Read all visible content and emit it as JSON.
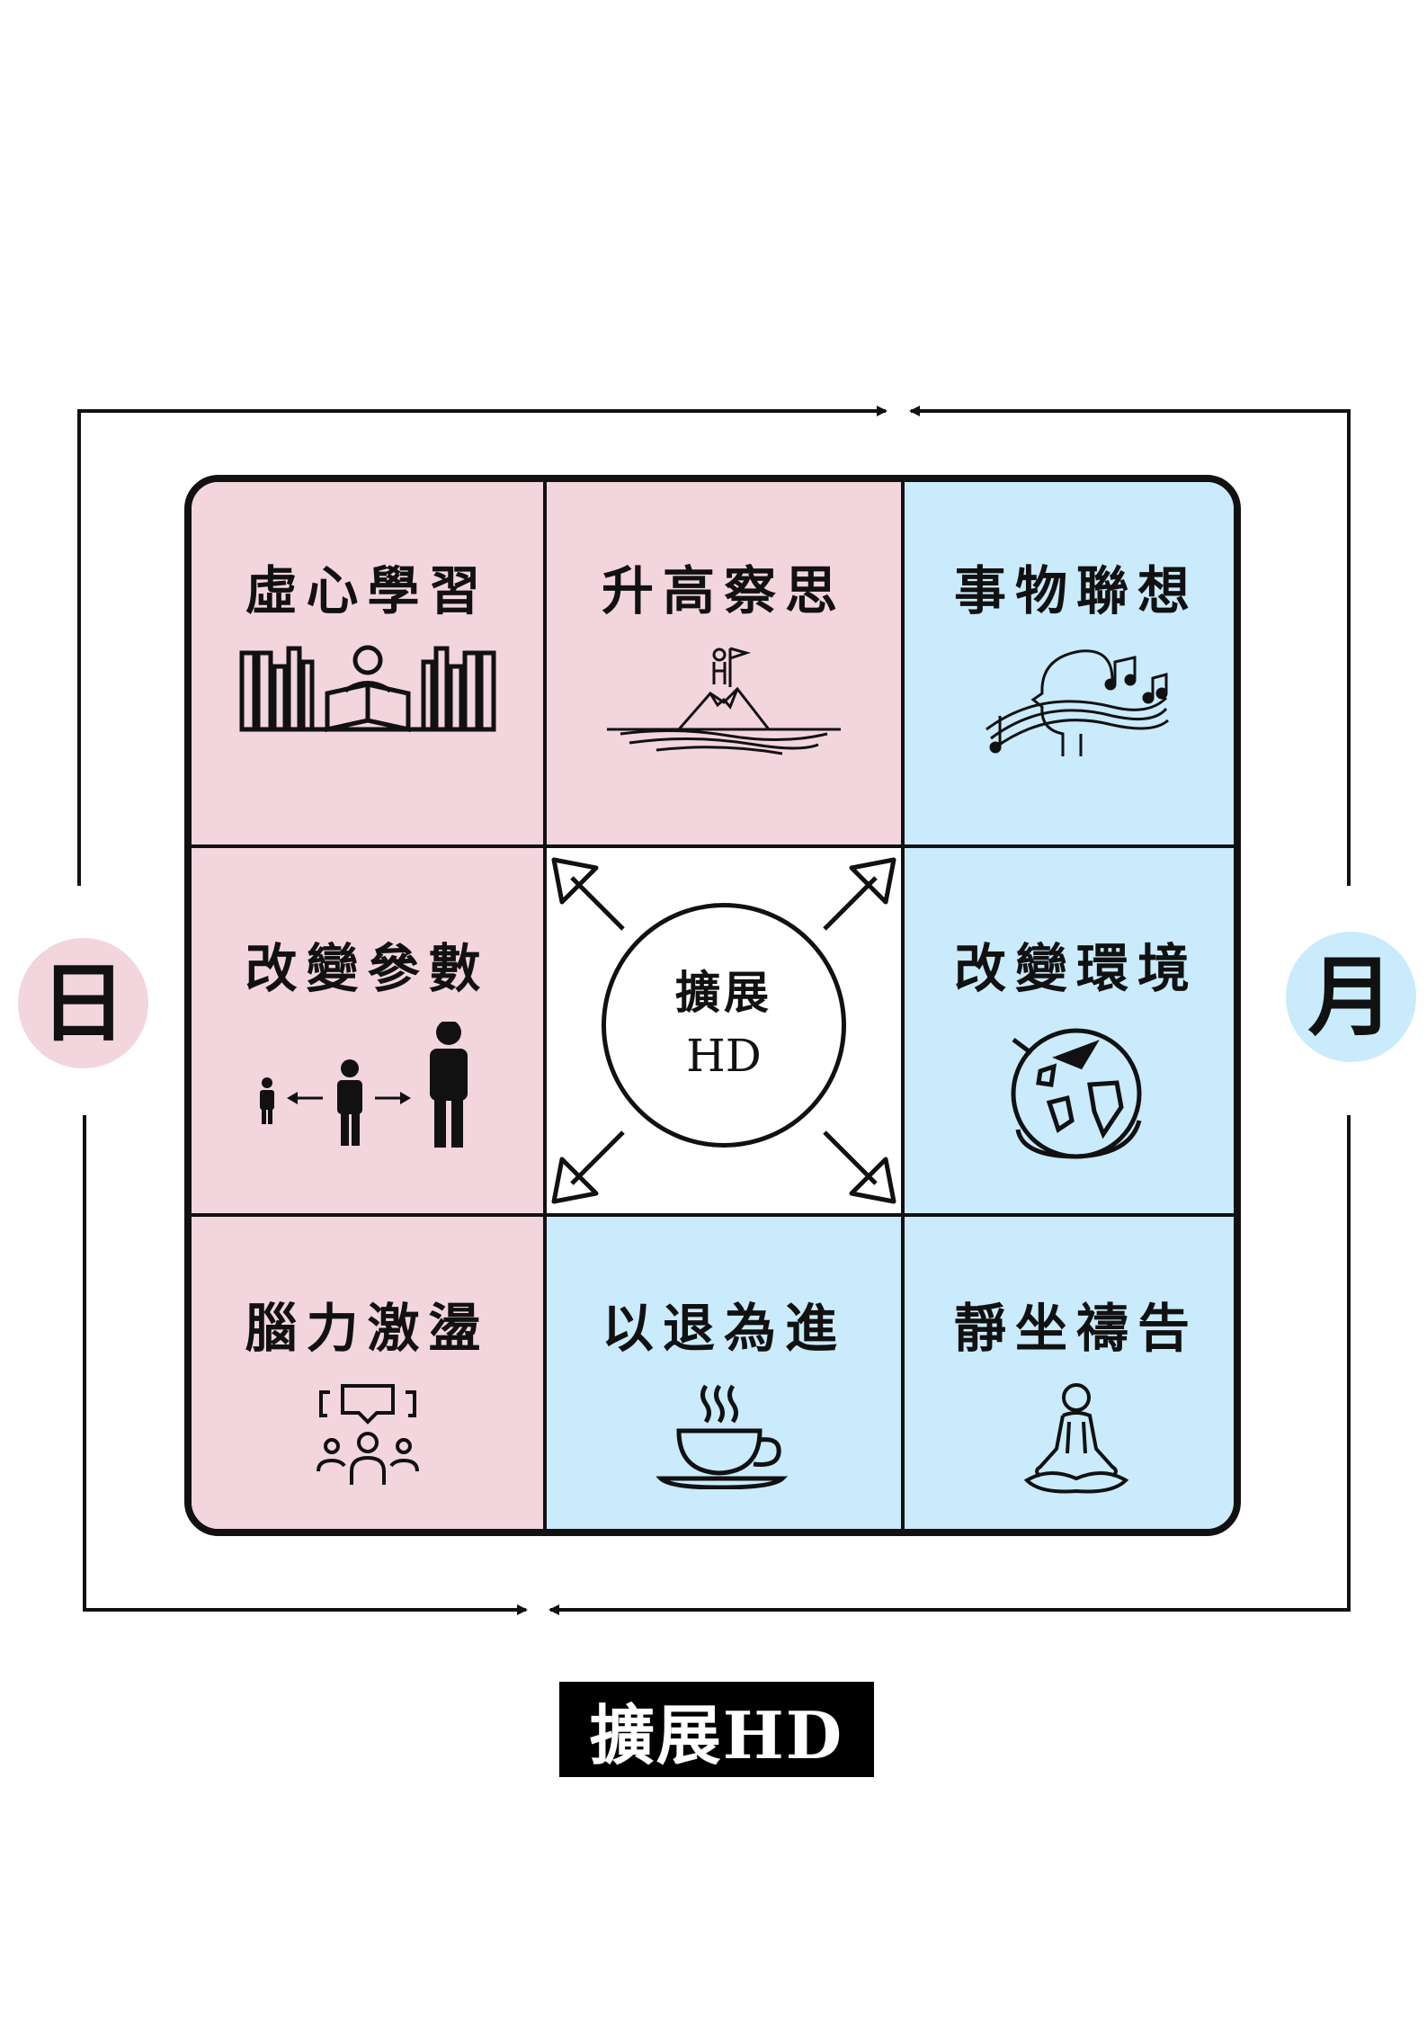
{
  "side_labels": {
    "left": "日",
    "right": "月"
  },
  "colors": {
    "pink": "#f3d5de",
    "blue": "#c9ebfc",
    "line": "#111111"
  },
  "grid": [
    {
      "label": "虛心學習",
      "icon": "reading-library-icon",
      "tone": "pink"
    },
    {
      "label": "升高察思",
      "icon": "mountain-summit-flag-icon",
      "tone": "pink"
    },
    {
      "label": "事物聯想",
      "icon": "head-music-notes-icon",
      "tone": "blue"
    },
    {
      "label": "改變參數",
      "icon": "person-scale-arrows-icon",
      "tone": "pink"
    },
    {
      "label": "改變環境",
      "icon": "globe-airplane-icon",
      "tone": "blue"
    },
    {
      "label": "腦力激盪",
      "icon": "brainstorm-group-icon",
      "tone": "pink"
    },
    {
      "label": "以退為進",
      "icon": "coffee-cup-icon",
      "tone": "blue"
    },
    {
      "label": "靜坐禱告",
      "icon": "meditation-person-icon",
      "tone": "blue"
    }
  ],
  "center": {
    "title": "擴展",
    "subtitle": "HD"
  },
  "footer_title": "擴展HD"
}
